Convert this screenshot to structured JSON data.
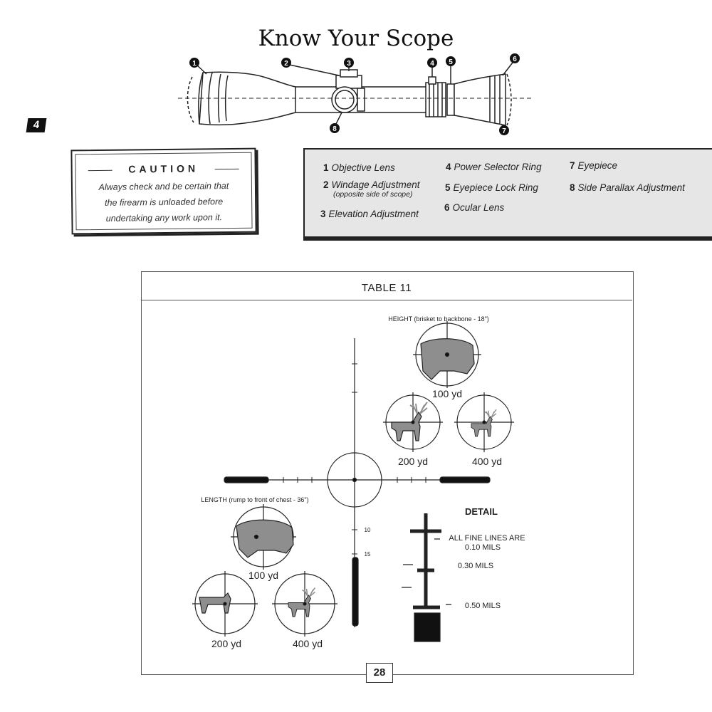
{
  "header": {
    "title": "Know Your Scope",
    "page_badge": "4"
  },
  "scope_diagram": {
    "callouts": [
      "1",
      "2",
      "3",
      "4",
      "5",
      "6",
      "7",
      "8"
    ]
  },
  "caution": {
    "heading": "CAUTION",
    "lines": [
      "Always check and be certain that",
      "the firearm is unloaded before",
      "undertaking any work upon it."
    ]
  },
  "legend": {
    "items": [
      {
        "num": "1",
        "label": "Objective Lens"
      },
      {
        "num": "2",
        "label": "Windage Adjustment",
        "note": "(opposite side of scope)"
      },
      {
        "num": "3",
        "label": "Elevation Adjustment"
      },
      {
        "num": "4",
        "label": "Power Selector Ring"
      },
      {
        "num": "5",
        "label": "Eyepiece Lock Ring"
      },
      {
        "num": "6",
        "label": "Ocular Lens"
      },
      {
        "num": "7",
        "label": "Eyepiece"
      },
      {
        "num": "8",
        "label": "Side Parallax Adjustment"
      }
    ]
  },
  "table": {
    "title": "TABLE 11",
    "height_label": "HEIGHT (brisket to backbone - 18\")",
    "length_label": "LENGTH (rump to front of chest - 36\")",
    "ranges_height": [
      "100 yd",
      "200 yd",
      "400 yd"
    ],
    "ranges_length": [
      "100 yd",
      "200 yd",
      "400 yd"
    ],
    "tick_10": "10 ",
    "tick_15": "15 ",
    "detail": {
      "heading": "DETAIL",
      "fine_line_1": "ALL FINE LINES ARE",
      "fine_line_2": "0.10 MILS",
      "mid": "0.30 MILS",
      "low": "0.50 MILS"
    }
  },
  "page_number": "28",
  "colors": {
    "animal": "#8e8e8e",
    "legend_bg": "#e6e6e6",
    "ink": "#222222"
  }
}
